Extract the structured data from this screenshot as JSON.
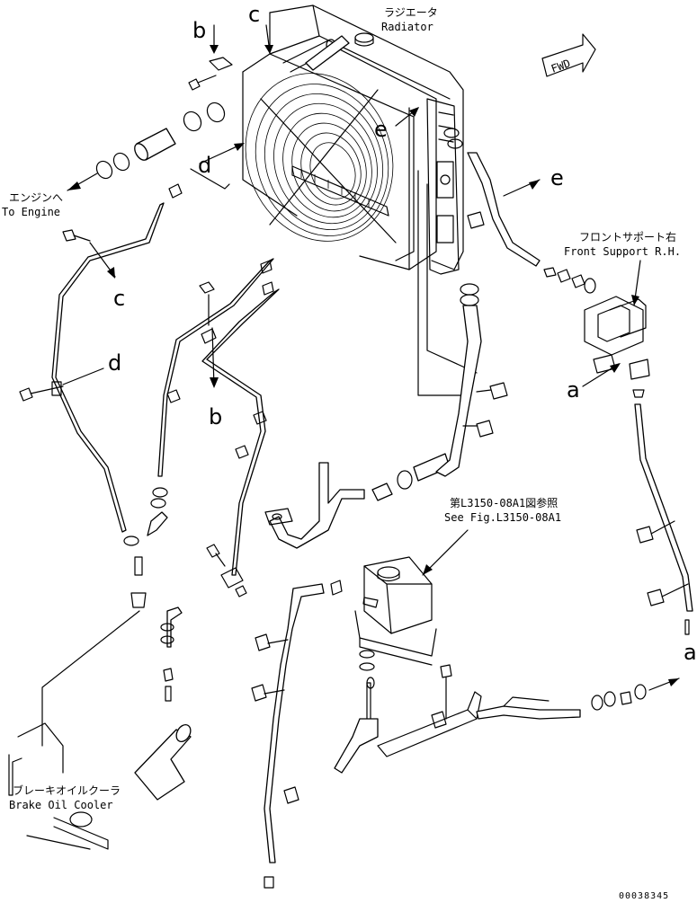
{
  "labels": {
    "radiator_jp": "ラジエータ",
    "radiator_en": "Radiator",
    "fwd": "FWD",
    "to_engine_jp": "エンジンへ",
    "to_engine_en": "To Engine",
    "front_support_jp": "フロントサポート右",
    "front_support_en": "Front Support R.H.",
    "see_fig_jp": "第L3150-08A1図参照",
    "see_fig_en": "See Fig.L3150-08A1",
    "brake_cooler_jp": "ブレーキオイルクーラ",
    "brake_cooler_en": "Brake Oil Cooler",
    "drawing_number": "00038345"
  },
  "callouts": {
    "a": "a",
    "b": "b",
    "c": "c",
    "d": "d",
    "e": "e"
  }
}
